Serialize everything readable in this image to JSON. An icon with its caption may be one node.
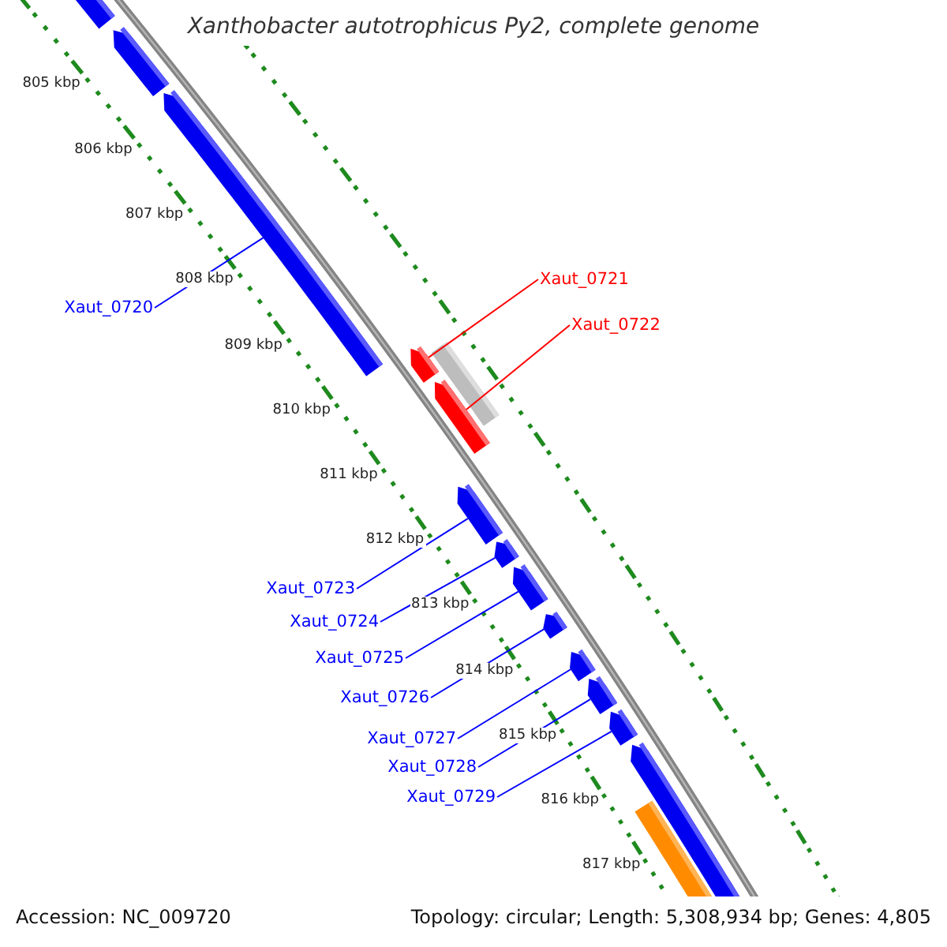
{
  "diagram": {
    "title": "Xanthobacter autotrophicus Py2, complete genome",
    "nodes": [
      {
        "text": [],
        "shape": "bar"
      },
      {
        "text": [],
        "shape": "bar"
      },
      {
        "text": [],
        "shape": "bar"
      },
      {
        "text": [
          "Xaut_0720"
        ]
      },
      {
        "text": [
          "Xaut_0721"
        ]
      },
      {
        "text": [
          "Xaut_0722"
        ]
      },
      {
        "text": [],
        "shape": "bar"
      },
      {
        "text": [],
        "shape": "bar"
      },
      {
        "text": [],
        "shape": "bar"
      },
      {
        "text": [],
        "shape": "bar"
      },
      {
        "text": [],
        "shape": "bar"
      },
      {
        "text": [],
        "shape": "bar"
      },
      {
        "text": [],
        "shape": "bar"
      },
      {
        "text": [],
        "shape": "bar"
      },
      {
        "text": [],
        "shape": "bar"
      },
      {
        "text": [],
        "shape": "bar"
      },
      {
        "text": [
          "Xaut_0723"
        ]
      },
      {
        "text": [
          "Xaut_0724"
        ]
      },
      {
        "text": [
          "Xaut_0725"
        ]
      },
      {
        "text": [
          "Xaut_0726"
        ]
      },
      {
        "text": [
          "Xaut_0727"
        ]
      },
      {
        "text": [
          "Xaut_0728"
        ]
      },
      {
        "text": [
          "Xaut_0729"
        ]
      },
      {
        "text": [],
        "shape": "bar"
      },
      {
        "text": [],
        "shape": "bar"
      }
    ],
    "edges": [
      {
        "from": 3,
        "to": 2,
        "arrow": "none"
      },
      {
        "from": 4,
        "to": 6,
        "arrow": "none",
        "color": "#ff0000"
      },
      {
        "from": 5,
        "to": 8,
        "arrow": "none",
        "color": "#ff0000"
      },
      {
        "from": 16,
        "to": 9,
        "arrow": "none"
      },
      {
        "from": 17,
        "to": 10,
        "arrow": "none"
      },
      {
        "from": 18,
        "to": 11,
        "arrow": "none"
      },
      {
        "from": 19,
        "to": 12,
        "arrow": "none"
      },
      {
        "from": 20,
        "to": 13,
        "arrow": "none"
      },
      {
        "from": 21,
        "to": 14,
        "arrow": "none"
      },
      {
        "from": 22,
        "to": 15,
        "arrow": "none"
      }
    ],
    "labels": [
      "805 kbp",
      "806 kbp",
      "807 kbp",
      "808 kbp",
      "809 kbp",
      "810 kbp",
      "811 kbp",
      "812 kbp",
      "813 kbp",
      "814 kbp",
      "815 kbp",
      "816 kbp",
      "817 kbp",
      "Accession: NC_009720",
      "Topology: circular; Length: 5,308,934 bp; Genes: 4,805"
    ]
  }
}
